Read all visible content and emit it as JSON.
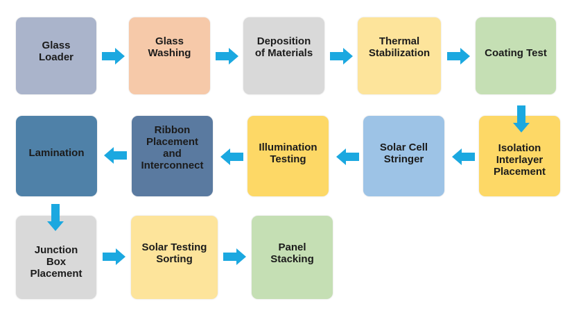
{
  "colors": {
    "arrow": "#1ba8e0"
  },
  "steps": [
    {
      "label": "Glass\nLoader",
      "color": "#aab4cb"
    },
    {
      "label": "Glass\nWashing",
      "color": "#f6c9a9"
    },
    {
      "label": "Deposition\nof Materials",
      "color": "#d9d9d9"
    },
    {
      "label": "Thermal\nStabilization",
      "color": "#fde49b"
    },
    {
      "label": "Coating Test",
      "color": "#c5dfb4"
    },
    {
      "label": "Isolation\nInterlayer\nPlacement",
      "color": "#fdd866"
    },
    {
      "label": "Solar Cell\nStringer",
      "color": "#9dc3e6"
    },
    {
      "label": "Illumination\nTesting",
      "color": "#fdd866"
    },
    {
      "label": "Ribbon\nPlacement\nand\nInterconnect",
      "color": "#5a7aa0"
    },
    {
      "label": "Lamination",
      "color": "#4f81a8"
    },
    {
      "label": "Junction\nBox\nPlacement",
      "color": "#d9d9d9"
    },
    {
      "label": "Solar Testing\nSorting",
      "color": "#fde49b"
    },
    {
      "label": "Panel\nStacking",
      "color": "#c5dfb4"
    }
  ]
}
